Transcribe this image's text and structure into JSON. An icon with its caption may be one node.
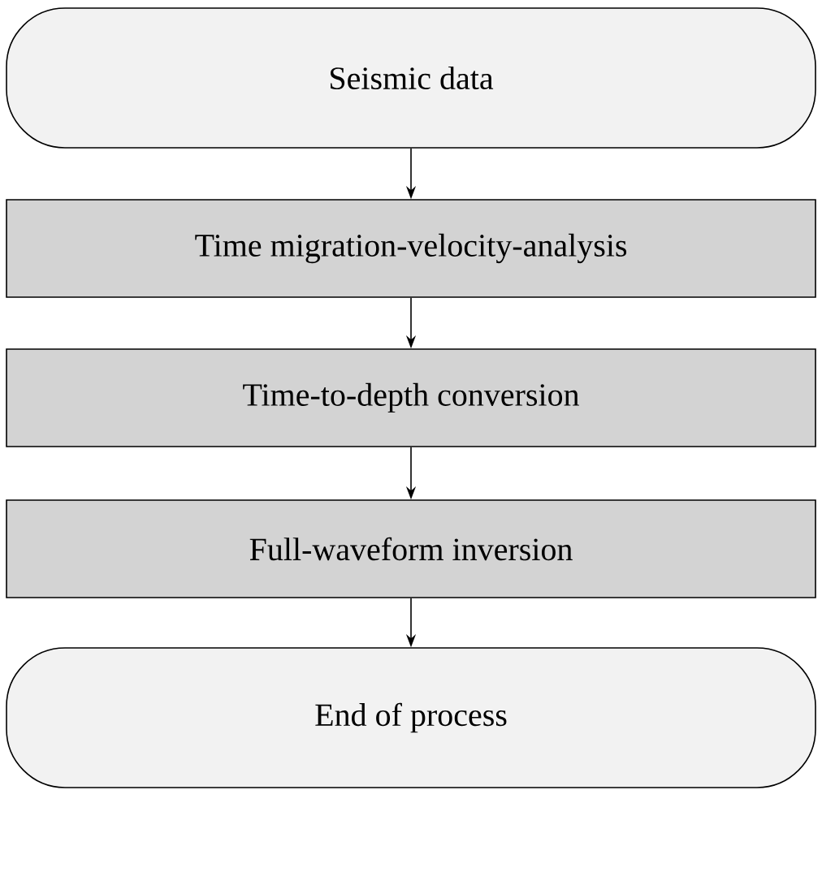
{
  "diagram": {
    "nodes": [
      {
        "text": [
          "Seismic data"
        ]
      },
      {
        "text": [
          "Time migration-velocity-analysis"
        ]
      },
      {
        "text": [
          "Time-to-depth conversion"
        ]
      },
      {
        "text": [
          "Full-waveform inversion"
        ]
      },
      {
        "text": [
          "End of process"
        ]
      }
    ],
    "edges": [
      {
        "from": 0,
        "to": 1,
        "arrow": "to"
      },
      {
        "from": 1,
        "to": 2,
        "arrow": "to"
      },
      {
        "from": 2,
        "to": 3,
        "arrow": "to"
      },
      {
        "from": 3,
        "to": 4,
        "arrow": "to"
      }
    ]
  }
}
